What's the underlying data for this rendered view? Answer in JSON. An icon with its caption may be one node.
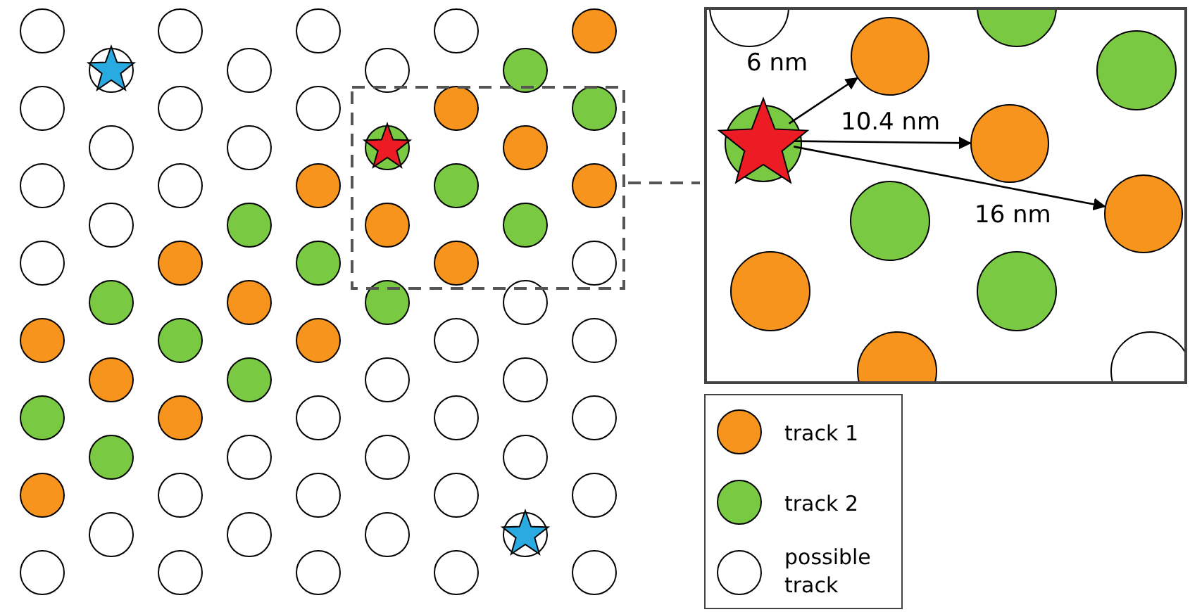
{
  "diagram": {
    "nodes": [
      {
        "text": [],
        "shape": "star"
      },
      {
        "text": [],
        "shape": "circle"
      },
      {
        "text": [],
        "shape": "circle"
      },
      {
        "text": [],
        "shape": "circle"
      }
    ],
    "edges": [
      {
        "from": 0,
        "to": 1,
        "arrow": "to",
        "label": "6 nm"
      },
      {
        "from": 0,
        "to": 2,
        "arrow": "to",
        "label": "10.4 nm"
      },
      {
        "from": 0,
        "to": 3,
        "arrow": "to",
        "label": "16 nm"
      }
    ],
    "legend": [
      {
        "text": "track 1",
        "color": "#f7941d"
      },
      {
        "text": "track 2",
        "color": "#7ac943"
      },
      {
        "text": "possible track",
        "color": "#ffffff"
      }
    ]
  }
}
